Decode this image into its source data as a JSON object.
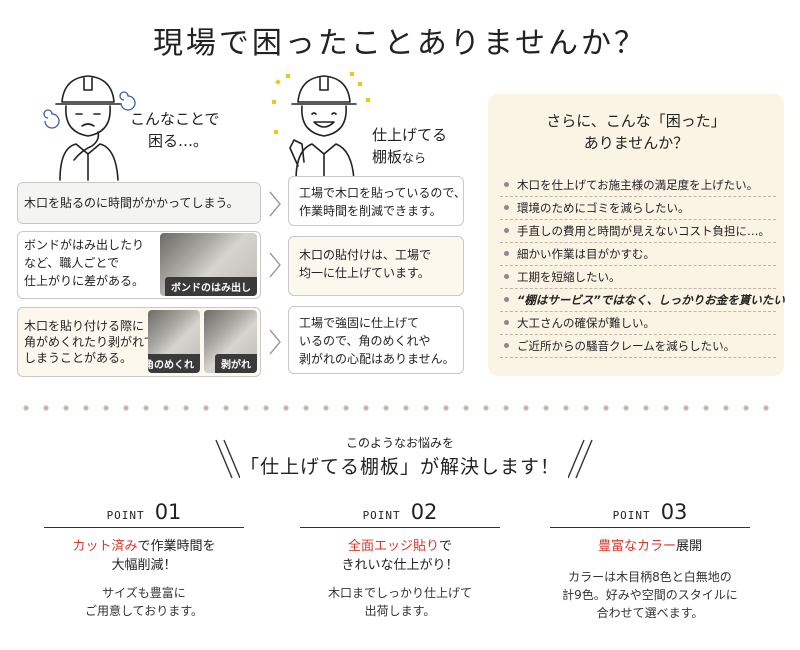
{
  "title": "現場で困ったことありませんか？",
  "left_speech": [
    "こんなことで",
    "困る…。"
  ],
  "right_speech": {
    "line1": "仕上げてる",
    "line2_main": "棚板",
    "line2_suffix": "なら"
  },
  "problems": [
    {
      "text": [
        "木口を貼るのに時間がかかってしまう。"
      ]
    },
    {
      "text": [
        "ボンドがはみ出したり",
        "など、職人ごとで",
        "仕上がりに差がある。"
      ],
      "photo_caption": "ボンドのはみ出し"
    },
    {
      "text": [
        "木口を貼り付ける際に",
        "角がめくれたり剥がれて",
        "しまうことがある。"
      ],
      "photo_captions": [
        "角のめくれ",
        "剥がれ"
      ]
    }
  ],
  "solutions": [
    {
      "text": [
        "工場で木口を貼っているので、",
        "作業時間を削減できます。"
      ]
    },
    {
      "text": [
        "木口の貼付けは、工場で",
        "均一に仕上げています。"
      ]
    },
    {
      "text": [
        "工場で強固に仕上げて",
        "いるので、角のめくれや",
        "剥がれの心配はありません。"
      ]
    }
  ],
  "panel": {
    "title": [
      "さらに、こんな「困った」",
      "ありませんか？"
    ],
    "items": [
      "木口を仕上げてお施主様の満足度を上げたい。",
      "環境のためにゴミを減らしたい。",
      "手直しの費用と時間が見えないコスト負担に…。",
      "細かい作業は目がかすむ。",
      "工期を短縮したい。",
      "“棚はサービス”ではなく、しっかりお金を貰いたい",
      "大工さんの確保が難しい。",
      "ご近所からの騒音クレームを減らしたい。"
    ]
  },
  "sub_heading": "このようなお悩みを",
  "headline": "「仕上げてる棚板」が解決します！",
  "points": [
    {
      "label": "POINT",
      "number": "01",
      "red": "カット済み",
      "rest1": "で作業時間を",
      "line2": "大幅削減！",
      "desc": [
        "サイズも豊富に",
        "ご用意しております。"
      ]
    },
    {
      "label": "POINT",
      "number": "02",
      "red": "全面エッジ貼り",
      "rest1": "で",
      "line2": "きれいな仕上がり！",
      "desc": [
        "木口までしっかり仕上げて",
        "出荷します。"
      ]
    },
    {
      "label": "POINT",
      "number": "03",
      "red": "豊富なカラー",
      "rest1": "展開",
      "line2": "",
      "desc": [
        "カラーは木目柄8色と白無地の",
        "計9色。好みや空間のスタイルに",
        "合わせて選べます。"
      ]
    }
  ],
  "colors": {
    "accent_red": "#d33a2c",
    "panel_bg": "#fbf3e4",
    "dot_color": "#c9b9a6"
  },
  "icons": [
    "worker-confused-icon",
    "worker-happy-icon",
    "chevron-right-icon"
  ]
}
